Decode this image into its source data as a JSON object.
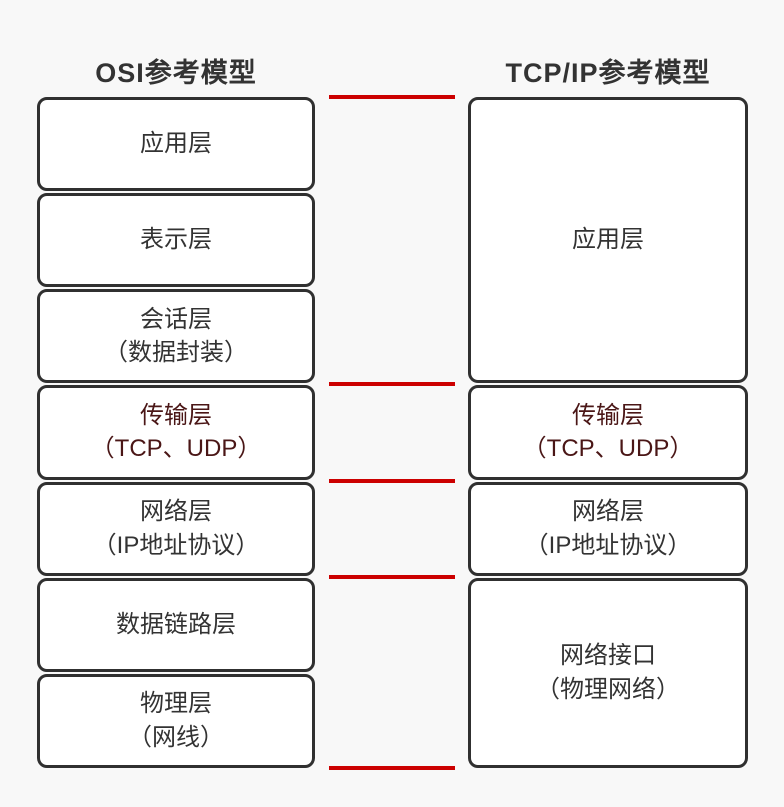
{
  "colors": {
    "background": "#f8f8f8",
    "box_background": "#ffffff",
    "box_border": "#303030",
    "text": "#333333",
    "connector_red": "#cc0000",
    "highlight_text_red": "#4a1616"
  },
  "left_model": {
    "title": "OSI参考模型",
    "layers": [
      {
        "name": "应用层",
        "sub": "",
        "highlight": false
      },
      {
        "name": "表示层",
        "sub": "",
        "highlight": false
      },
      {
        "name": "会话层",
        "sub": "（数据封装）",
        "highlight": false
      },
      {
        "name": "传输层",
        "sub": "（TCP、UDP）",
        "highlight": true
      },
      {
        "name": "网络层",
        "sub": "（IP地址协议）",
        "highlight": false
      },
      {
        "name": "数据链路层",
        "sub": "",
        "highlight": false
      },
      {
        "name": "物理层",
        "sub": "（网线）",
        "highlight": false
      }
    ]
  },
  "right_model": {
    "title": "TCP/IP参考模型",
    "layers": [
      {
        "name": "应用层",
        "sub": "",
        "highlight": false
      },
      {
        "name": "传输层",
        "sub": "（TCP、UDP）",
        "highlight": true
      },
      {
        "name": "网络层",
        "sub": "（IP地址协议）",
        "highlight": false
      },
      {
        "name": "网络接口",
        "sub": "（物理网络）",
        "highlight": false
      }
    ]
  },
  "connector_count": 5
}
